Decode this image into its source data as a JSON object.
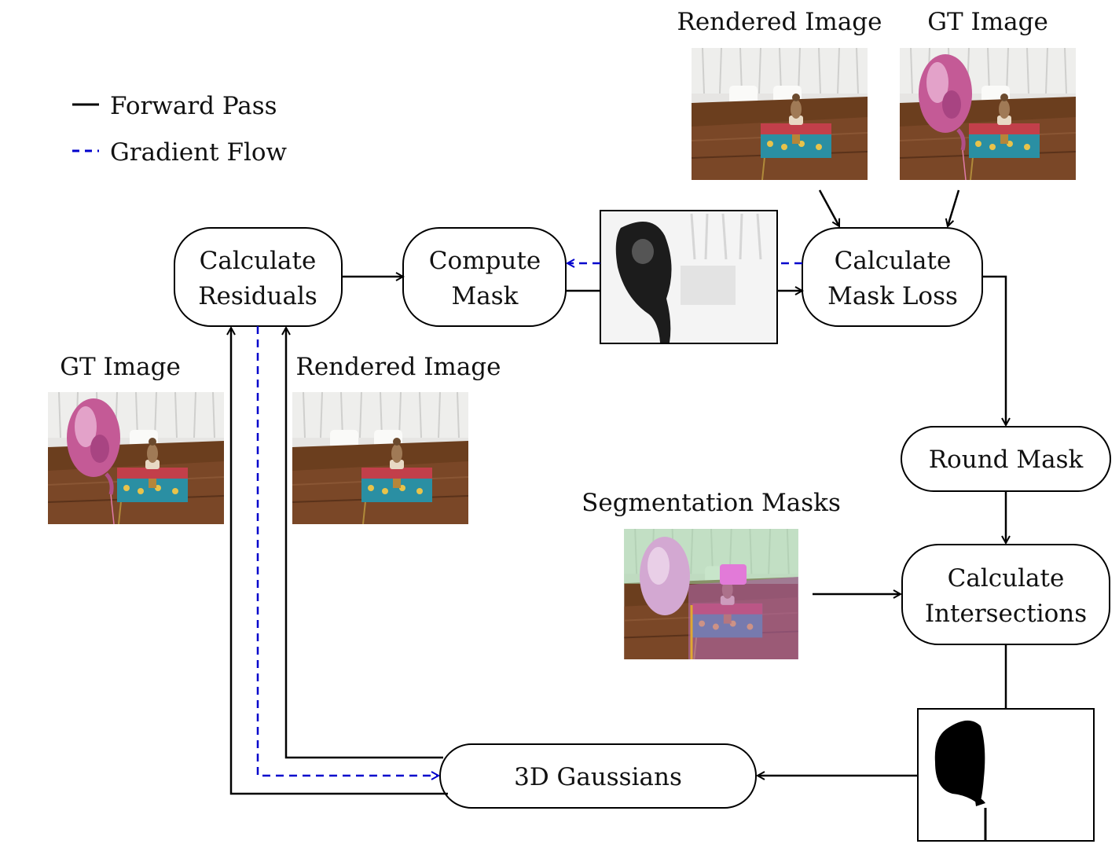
{
  "legend": {
    "forward": "Forward Pass",
    "gradient": "Gradient Flow"
  },
  "nodes": {
    "calculate_residuals": [
      "Calculate",
      "Residuals"
    ],
    "compute_mask": [
      "Compute",
      "Mask"
    ],
    "calculate_mask_loss": [
      "Calculate",
      "Mask Loss"
    ],
    "round_mask": "Round Mask",
    "calculate_intersections": [
      "Calculate",
      "Intersections"
    ],
    "gaussians_3d": "3D Gaussians"
  },
  "image_labels": {
    "rendered_top": "Rendered Image",
    "gt_top": "GT Image",
    "gt_left": "GT Image",
    "rendered_left": "Rendered Image",
    "segmentation": "Segmentation Masks"
  },
  "colors": {
    "forward": "#000000",
    "gradient": "#0000cc"
  }
}
